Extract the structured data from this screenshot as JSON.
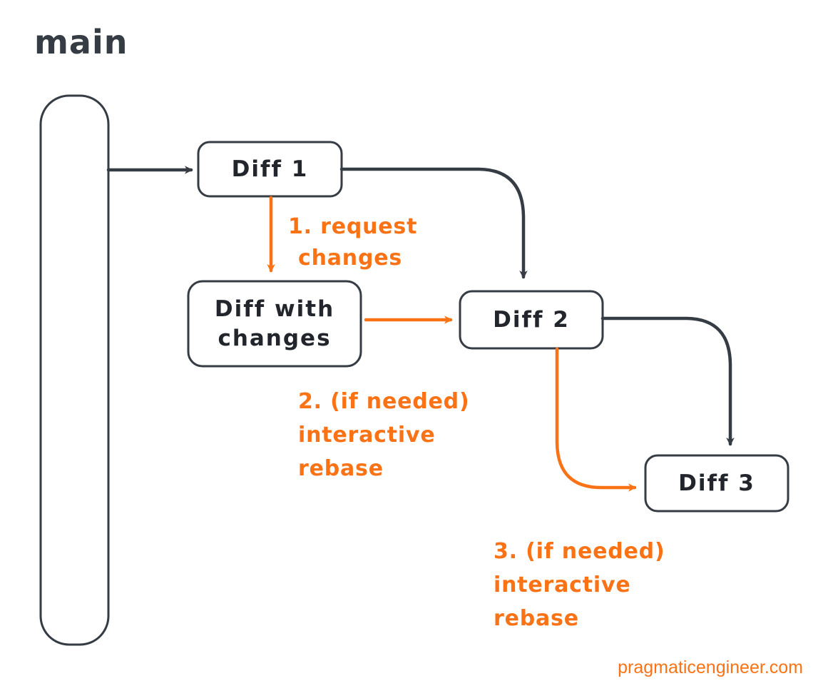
{
  "diagram": {
    "branch_title": "main",
    "colors": {
      "stroke_dark": "#363c44",
      "accent_orange": "#F97316",
      "background": "#ffffff"
    },
    "nodes": {
      "main_branch": {
        "label": "main"
      },
      "diff1": {
        "label": "Diff 1"
      },
      "diff_with_changes": {
        "line1": "Diff with",
        "line2": "changes"
      },
      "diff2": {
        "label": "Diff 2"
      },
      "diff3": {
        "label": "Diff 3"
      }
    },
    "annotations": [
      {
        "id": "step-1",
        "line1": "1. request",
        "line2": "changes",
        "line3": ""
      },
      {
        "id": "step-2",
        "line1": "2. (if needed)",
        "line2": "interactive",
        "line3": "rebase"
      },
      {
        "id": "step-3",
        "line1": "3. (if needed)",
        "line2": "interactive",
        "line3": "rebase"
      }
    ],
    "watermark": "pragmaticengineer.com"
  }
}
